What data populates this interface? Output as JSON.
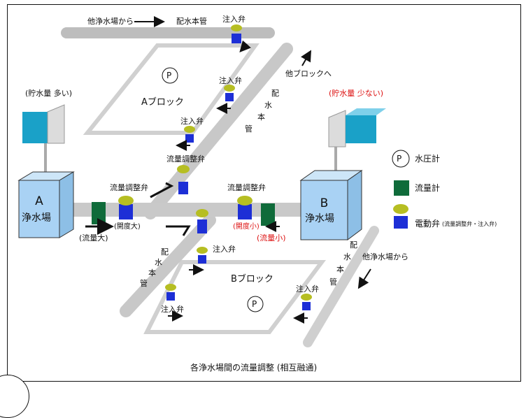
{
  "top_source_label": "他浄水場から",
  "main_pipe_label": "配水本管",
  "valve_injection": "注入弁",
  "valve_flow_control": "流量調整弁",
  "to_other_block": "他ブロックへ",
  "pipe_vertical_chars": [
    "配",
    "水",
    "本",
    "管"
  ],
  "block_a": "Aブロック",
  "block_b": "Bブロック",
  "pressure_symbol": "P",
  "plant_a": {
    "line1": "A",
    "line2": "浄水場",
    "storage": "(貯水量 多い)",
    "opening": "(開度大)",
    "flow": "(流量大)"
  },
  "plant_b": {
    "line1": "B",
    "line2": "浄水場",
    "storage": "(貯水量 少ない)",
    "opening": "(開度小)",
    "flow": "(流量小)"
  },
  "bottom_source_label": "他浄水場から",
  "legend": {
    "pressure_gauge": "水圧計",
    "flow_meter": "流量計",
    "motor_valve": "電動弁",
    "motor_valve_note": "(流量調整弁・注入弁)"
  },
  "caption": "各浄水場間の流量調整 (相互融通)",
  "colors": {
    "pipe": "#d7d7d7",
    "flow_meter": "#0f6b3a",
    "valve_body": "#1d2fd6",
    "valve_handle": "#b6be22",
    "plant": "#a9d2f4",
    "tank": "#1aa1c8",
    "label_red": "#d11"
  }
}
